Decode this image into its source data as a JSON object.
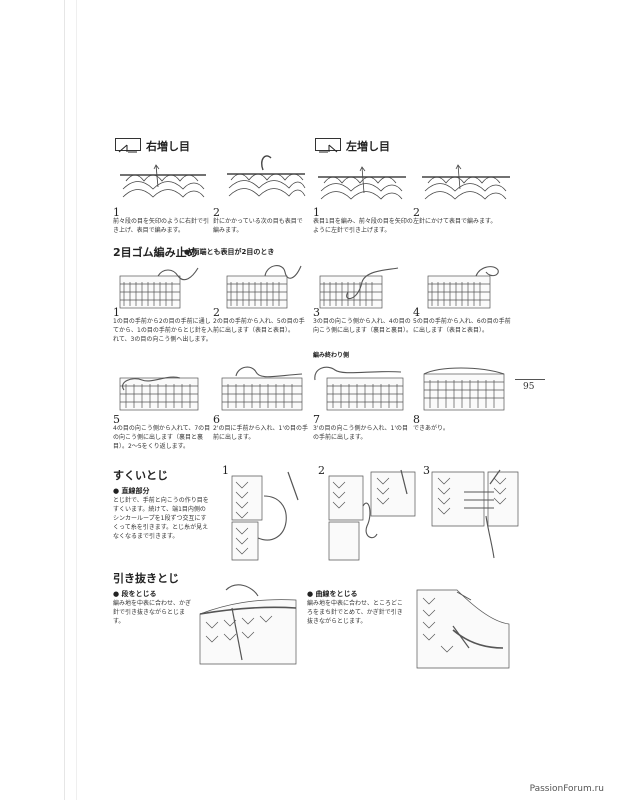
{
  "page_number": "95",
  "watermark": "PassionForum.ru",
  "right_increase": {
    "title": "右増し目",
    "step1_num": "1",
    "step1_text": "前々段の目を矢印のように右針で引き上げ、表目で編みます。",
    "step2_num": "2",
    "step2_text": "針にかかっている次の目も表目で編みます。"
  },
  "left_increase": {
    "title": "左増し目",
    "step1_num": "1",
    "step1_text": "表目1目を編み、前々段の目を矢印のように左針で引き上げます。",
    "step2_num": "2",
    "step2_text": "左針にかけて表目で編みます。"
  },
  "rib_bindoff": {
    "title": "2目ゴム編み止め",
    "subtitle": "● 両端とも表目が2目のとき",
    "sub_finish": "編み終わり側",
    "steps": [
      {
        "num": "1",
        "text": "1の目の手前から2の目の手前に通してから、1の目の手前からとじ針を入れて、3の目の向こう側へ出します。"
      },
      {
        "num": "2",
        "text": "2の目の手前から入れ、5の目の手前に出します（表目と表目）。"
      },
      {
        "num": "3",
        "text": "3の目の向こう側から入れ、4の目の向こう側に出します（裏目と裏目）。"
      },
      {
        "num": "4",
        "text": "5の目の手前から入れ、6の目の手前に出します（表目と表目）。"
      },
      {
        "num": "5",
        "text": "4の目の向こう側から入れて、7の目の向こう側に出します（裏目と裏目）。2〜5をくり返します。"
      },
      {
        "num": "6",
        "text": "2'の目に手前から入れ、1'の目の手前に出します。"
      },
      {
        "num": "7",
        "text": "3'の目の向こう側から入れ、1'の目の手前に出します。"
      },
      {
        "num": "8",
        "text": "できあがり。"
      }
    ]
  },
  "mattress": {
    "title": "すくいとじ",
    "sub": "● 直線部分",
    "text": "とじ針で、手前と向こうの作り目をすくいます。続けて、端1目内側のシンカーループを1段ずつ交互にすくって糸を引きます。とじ糸が見えなくなるまで引きます。",
    "nums": [
      "1",
      "2",
      "3"
    ]
  },
  "slipstitch": {
    "title": "引き抜きとじ",
    "sub1": "● 段をとじる",
    "text1": "編み地を中表に合わせ、かぎ針で引き抜きながらとじます。",
    "sub2": "● 曲線をとじる",
    "text2": "編み地を中表に合わせ、ところどころをまち針でとめて、かぎ針で引き抜きながらとじます。"
  }
}
